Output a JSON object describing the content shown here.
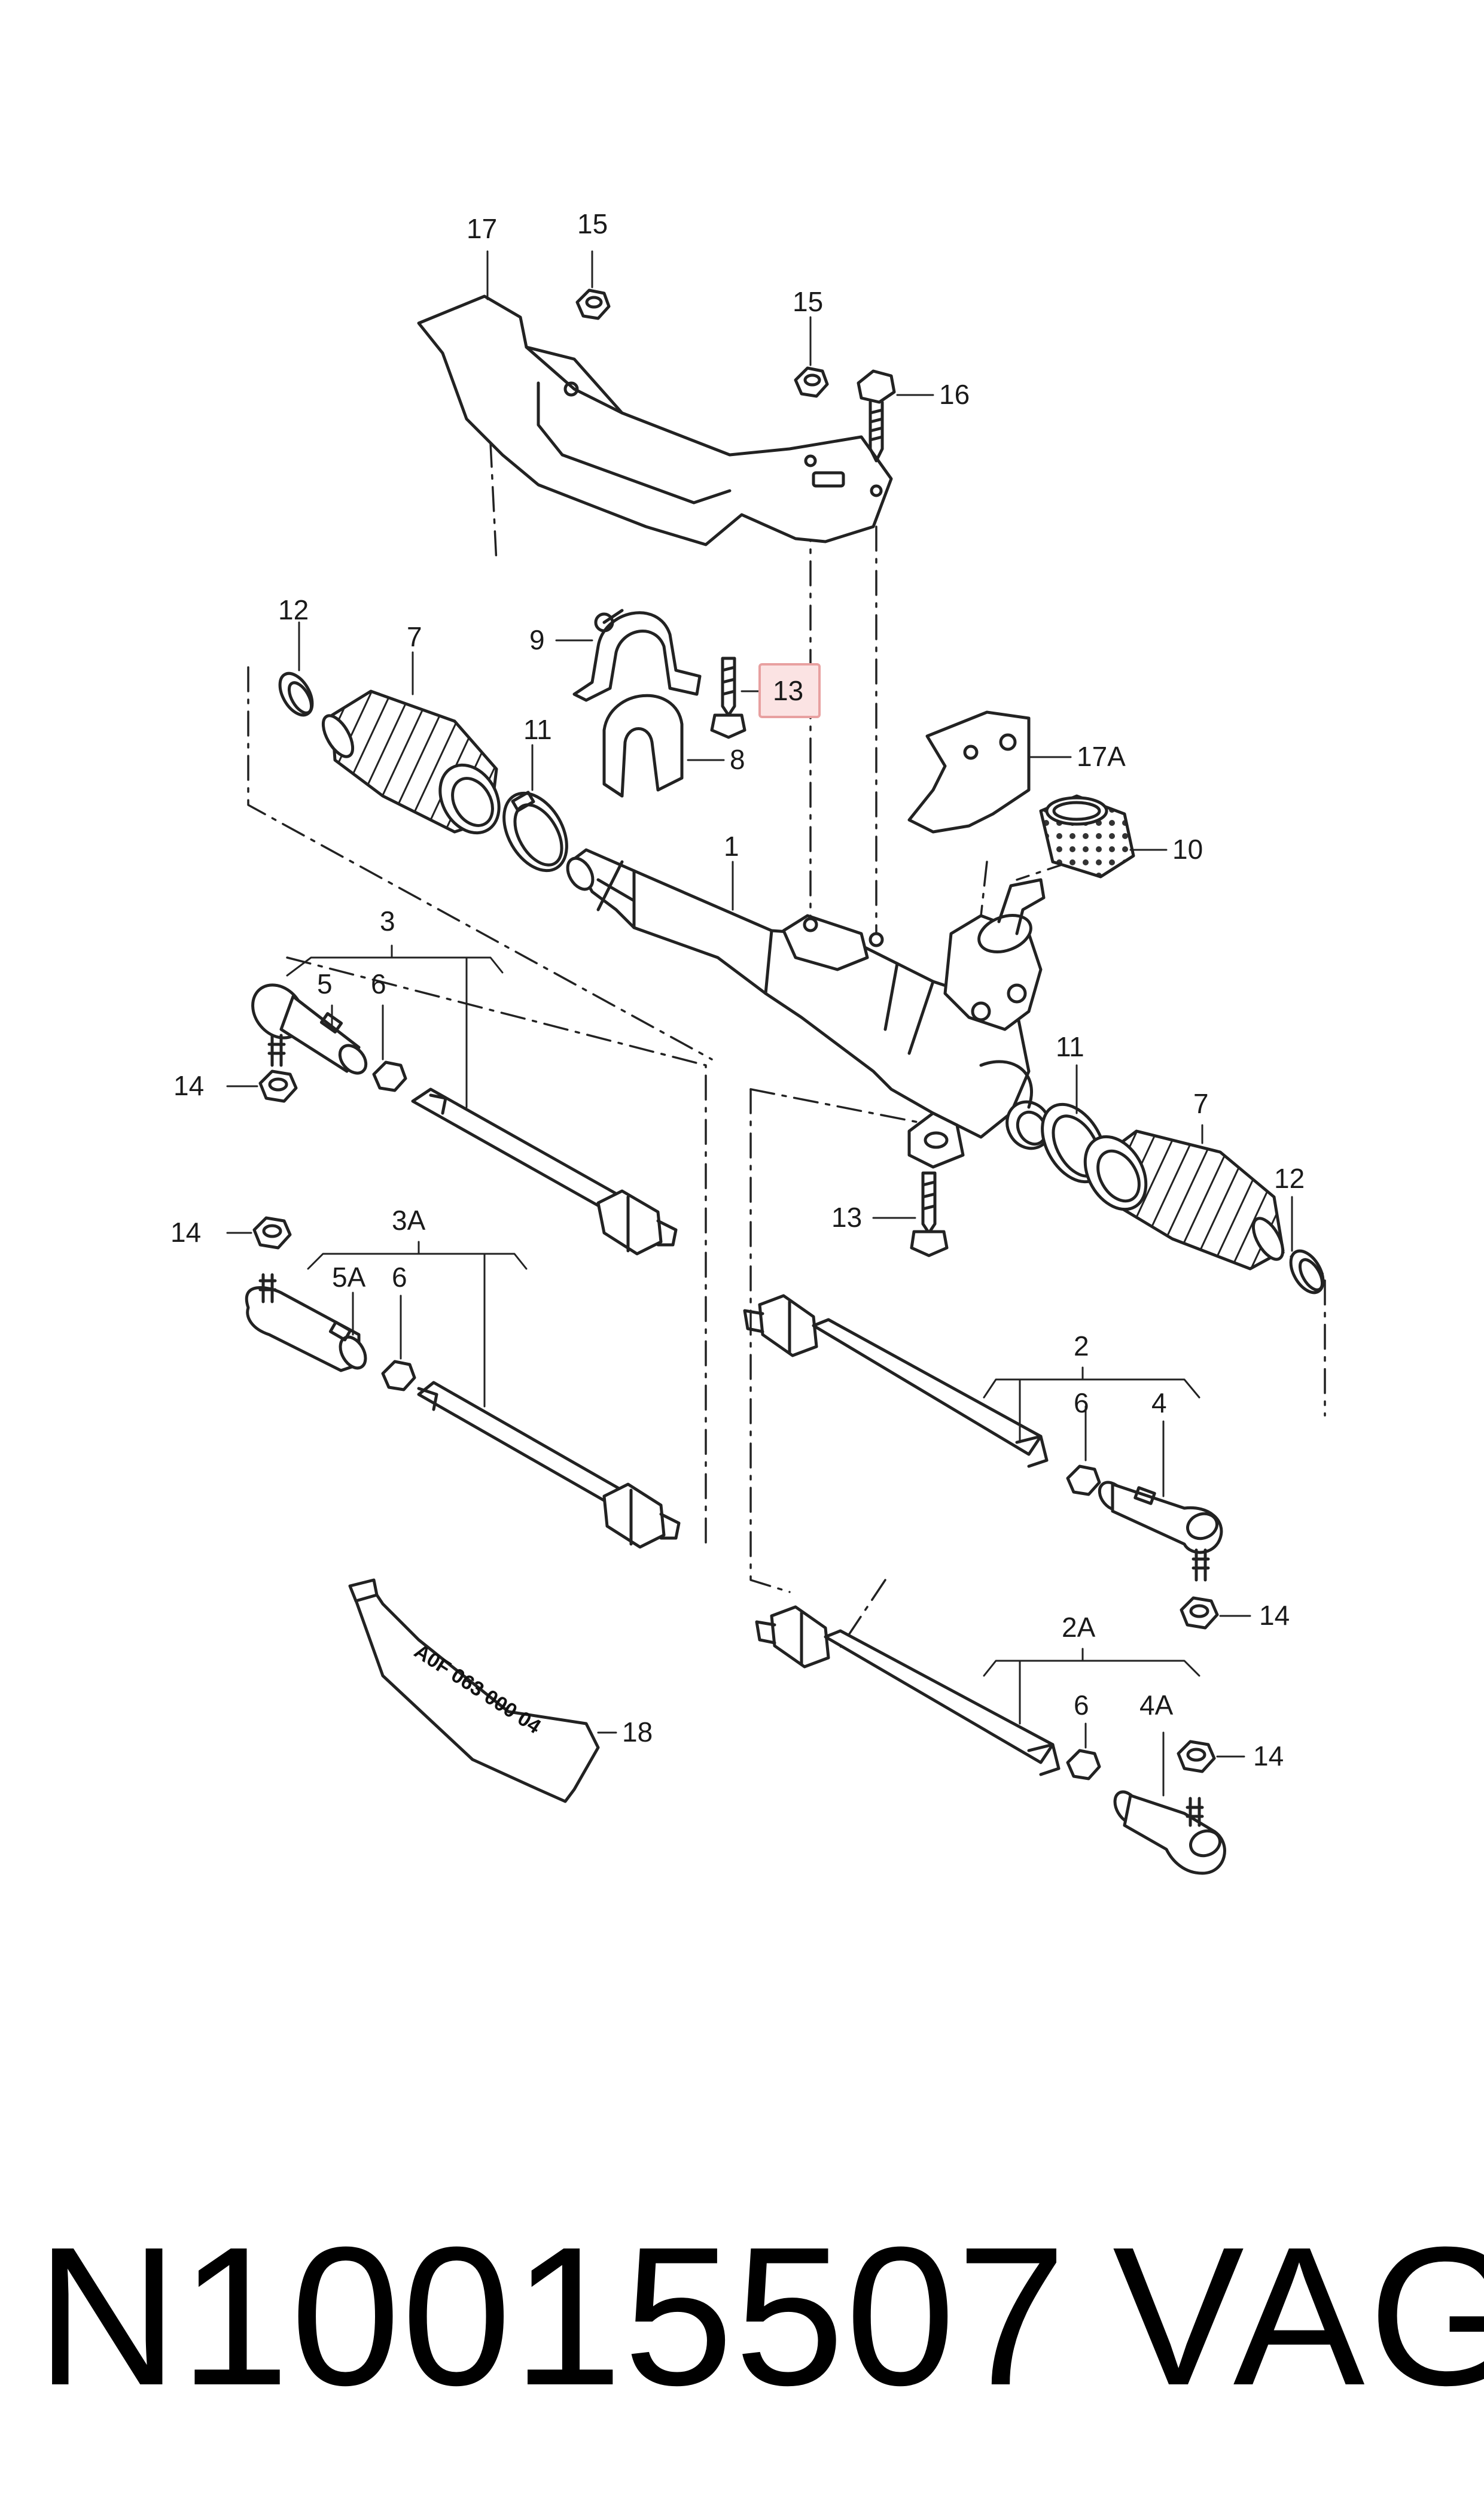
{
  "callouts": {
    "c1": "1",
    "c2": "2",
    "c2a": "2A",
    "c3": "3",
    "c3a": "3A",
    "c4": "4",
    "c4a": "4A",
    "c5": "5",
    "c5a": "5A",
    "c6": "6",
    "c7": "7",
    "c8": "8",
    "c9": "9",
    "c10": "10",
    "c11": "11",
    "c12": "12",
    "c13": "13",
    "c14": "14",
    "c15": "15",
    "c16": "16",
    "c17": "17",
    "c17a": "17A",
    "c18": "18"
  },
  "highlight": {
    "label": "13",
    "color": "#e8a0a0",
    "fill": "#fbe3e3"
  },
  "tube_text": "A0F 063 000 04",
  "caption": {
    "part_number": "N10015507",
    "brand": "VAG"
  }
}
